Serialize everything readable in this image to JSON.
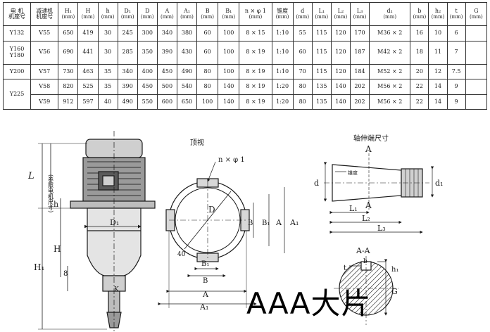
{
  "table": {
    "headers": [
      {
        "cn": "电 机\n机座号",
        "unit": ""
      },
      {
        "cn": "减速机\n机座号",
        "unit": ""
      },
      {
        "cn": "H₁",
        "unit": "(mm)"
      },
      {
        "cn": "H",
        "unit": "(mm)"
      },
      {
        "cn": "h",
        "unit": "(mm)"
      },
      {
        "cn": "D₁",
        "unit": "(mm)"
      },
      {
        "cn": "D",
        "unit": "(mm)"
      },
      {
        "cn": "A",
        "unit": "(mm)"
      },
      {
        "cn": "A₁",
        "unit": "(mm)"
      },
      {
        "cn": "B",
        "unit": "(mm)"
      },
      {
        "cn": "B₁",
        "unit": "(mm)"
      },
      {
        "cn": "n × φ 1",
        "unit": "(mm)"
      },
      {
        "cn": "锥度",
        "unit": "(mm)"
      },
      {
        "cn": "d",
        "unit": "(mm)"
      },
      {
        "cn": "L₁",
        "unit": "(mm)"
      },
      {
        "cn": "L₂",
        "unit": "(mm)"
      },
      {
        "cn": "L₃",
        "unit": "(mm)"
      },
      {
        "cn": "d₁",
        "unit": "(mm)"
      },
      {
        "cn": "b",
        "unit": "(mm)"
      },
      {
        "cn": "h₂",
        "unit": "(mm)"
      },
      {
        "cn": "t",
        "unit": "(mm)"
      },
      {
        "cn": "G",
        "unit": "(mm)"
      }
    ],
    "rows": [
      {
        "frame": "Y132",
        "reducer": "V55",
        "cells": [
          "650",
          "419",
          "30",
          "245",
          "300",
          "340",
          "380",
          "60",
          "100",
          "8 × 15",
          "1:10",
          "55",
          "115",
          "120",
          "170",
          "M36 × 2",
          "16",
          "10",
          "6",
          ""
        ]
      },
      {
        "frame": "Y160\nY180",
        "reducer": "V56",
        "cells": [
          "690",
          "441",
          "30",
          "285",
          "350",
          "390",
          "430",
          "60",
          "100",
          "8 × 19",
          "1:10",
          "60",
          "115",
          "120",
          "187",
          "M42 × 2",
          "18",
          "11",
          "7",
          ""
        ]
      },
      {
        "frame": "Y200",
        "reducer": "V57",
        "cells": [
          "730",
          "463",
          "35",
          "340",
          "400",
          "450",
          "490",
          "80",
          "100",
          "8 × 19",
          "1:10",
          "70",
          "115",
          "120",
          "184",
          "M52 × 2",
          "20",
          "12",
          "7.5",
          ""
        ]
      },
      {
        "frame": "Y225",
        "reducer": "V58",
        "cells": [
          "820",
          "525",
          "35",
          "390",
          "450",
          "500",
          "540",
          "80",
          "140",
          "8 × 19",
          "1:20",
          "80",
          "135",
          "140",
          "202",
          "M56 × 2",
          "22",
          "14",
          "9",
          ""
        ]
      },
      {
        "frame": "",
        "reducer": "V59",
        "cells": [
          "912",
          "597",
          "40",
          "490",
          "550",
          "600",
          "650",
          "100",
          "140",
          "8 × 19",
          "1:20",
          "80",
          "135",
          "140",
          "202",
          "M56 × 2",
          "22",
          "14",
          "9",
          ""
        ]
      }
    ]
  },
  "drawing": {
    "front_labels": {
      "L": "L",
      "motor_note": "(参照电机尺寸)",
      "h": "h",
      "H": "H",
      "H1": "H₁",
      "D1": "D₁",
      "eight": "8",
      "K": "K"
    },
    "top_view": {
      "title": "顶视",
      "hole_note": "n × φ 1",
      "D": "D",
      "B1": "B₁",
      "B": "B",
      "A": "A",
      "A1": "A₁",
      "forty": "40"
    },
    "shaft": {
      "title": "轴伸端尺寸",
      "A": "A",
      "taper": "锥度",
      "d": "d",
      "d1": "d₁",
      "L1": "L₁",
      "L2": "L₂",
      "L3": "L₃"
    },
    "section": {
      "title": "A-A",
      "b": "b",
      "t": "t",
      "h1": "h₁",
      "G": "G"
    }
  },
  "watermark": "AAA大片"
}
